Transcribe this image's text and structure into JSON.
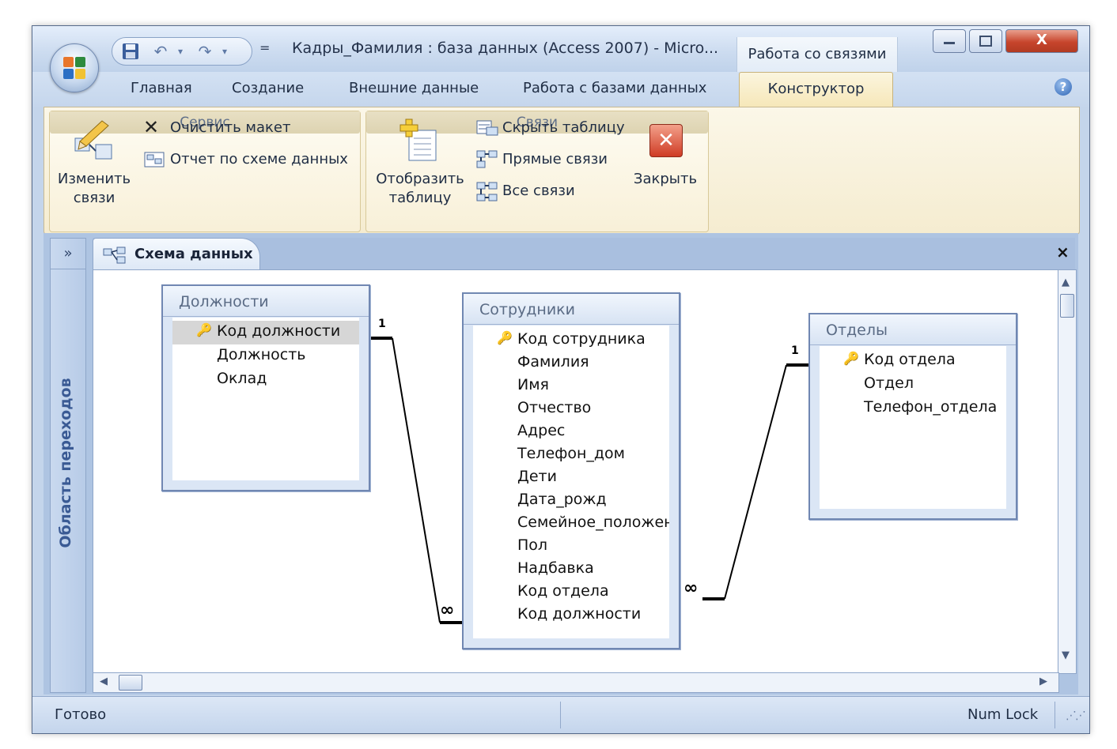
{
  "window": {
    "title": "Кадры_Фамилия : база данных (Access 2007) - Micro...",
    "context_tab_group": "Работа со связями",
    "controls": {
      "minimize": "▭",
      "maximize": "▢",
      "close": "X"
    }
  },
  "quick_access": {
    "save_icon": "save-icon",
    "undo_icon": "undo-icon",
    "redo_icon": "redo-icon",
    "more": "="
  },
  "ribbon_tabs": [
    "Главная",
    "Создание",
    "Внешние данные",
    "Работа с базами данных",
    "Конструктор"
  ],
  "active_tab": "Конструктор",
  "ribbon": {
    "groups": [
      {
        "label": "Сервис",
        "big_button": "Изменить связи",
        "big_button_lines": [
          "Изменить",
          "связи"
        ],
        "small_buttons": [
          "Очистить макет",
          "Отчет по схеме данных"
        ]
      },
      {
        "label": "Связи",
        "big_button_lines": [
          "Отобразить",
          "таблицу"
        ],
        "small_buttons": [
          "Скрыть таблицу",
          "Прямые связи",
          "Все связи"
        ],
        "close_button": "Закрыть"
      }
    ]
  },
  "nav_pane": {
    "label": "Область переходов",
    "expand": "»"
  },
  "document": {
    "tab_label": "Схема данных",
    "close": "×",
    "tables": [
      {
        "name": "Должности",
        "fields": [
          "Код должности",
          "Должность",
          "Оклад"
        ],
        "key_field": "Код должности"
      },
      {
        "name": "Сотрудники",
        "fields": [
          "Код сотрудника",
          "Фамилия",
          "Имя",
          "Отчество",
          "Адрес",
          "Телефон_дом",
          "Дети",
          "Дата_рожд",
          "Семейное_положен",
          "Пол",
          "Надбавка",
          "Код отдела",
          "Код должности"
        ],
        "key_field": "Код сотрудника"
      },
      {
        "name": "Отделы",
        "fields": [
          "Код отдела",
          "Отдел",
          "Телефон_отдела"
        ],
        "key_field": "Код отдела"
      }
    ],
    "relationships": [
      {
        "from_table": "Должности",
        "from_field": "Код должности",
        "to_table": "Сотрудники",
        "to_field": "Код должности",
        "one_label": "1",
        "many_label": "∞"
      },
      {
        "from_table": "Отделы",
        "from_field": "Код отдела",
        "to_table": "Сотрудники",
        "to_field": "Код отдела",
        "one_label": "1",
        "many_label": "∞"
      }
    ]
  },
  "statusbar": {
    "left": "Готово",
    "right": "Num Lock"
  }
}
